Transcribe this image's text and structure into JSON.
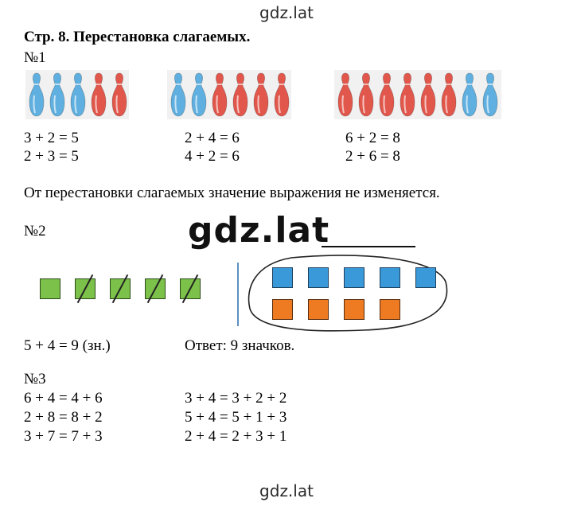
{
  "watermark": {
    "top": "gdz.lat",
    "middle": "gdz.lat",
    "bottom": "gdz.lat"
  },
  "title": "Стр. 8. Перестановка слагаемых.",
  "task1": {
    "label": "№1",
    "groups": [
      {
        "pins": [
          "blue",
          "blue",
          "blue",
          "red",
          "red"
        ],
        "eq1": "3 + 2 = 5",
        "eq2": "2 + 3 = 5"
      },
      {
        "pins": [
          "blue",
          "blue",
          "red",
          "red",
          "red",
          "red"
        ],
        "eq1": "2 + 4 = 6",
        "eq2": "4 + 2 = 6"
      },
      {
        "pins": [
          "red",
          "red",
          "red",
          "red",
          "red",
          "red",
          "blue",
          "blue"
        ],
        "eq1": "6 + 2 = 8",
        "eq2": "2 + 6 = 8"
      }
    ],
    "rule": "От перестановки слагаемых значение выражения не изменяется."
  },
  "task2": {
    "label": "№2",
    "equation": "5 + 4 = 9 (зн.)",
    "answer": "Ответ: 9 значков."
  },
  "task3": {
    "label": "№3",
    "left": [
      "6 + 4 = 4 + 6",
      "2 + 8 = 8 + 2",
      "3 + 7 = 7 + 3"
    ],
    "right": [
      "3 + 4 = 3 + 2 + 2",
      "5 + 4 = 5 + 1 + 3",
      "2 + 4 = 2 + 3 + 1"
    ]
  },
  "colors": {
    "pin_blue": "#5fb0e0",
    "pin_red": "#e2574c",
    "square_green": "#7cc24a",
    "square_blue": "#3a9ad9",
    "square_orange": "#ee7a22"
  }
}
